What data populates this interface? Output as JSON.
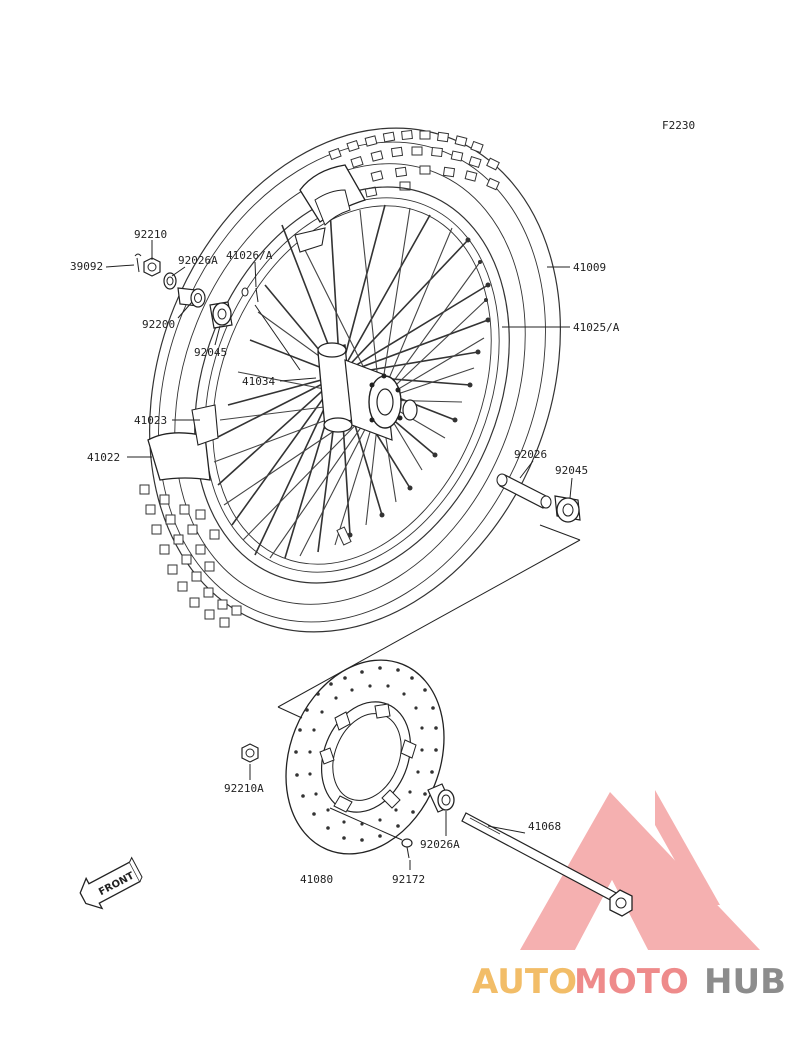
{
  "figure_code": "F2230",
  "parts": {
    "p39092": "39092",
    "p92210": "92210",
    "p92026A_top": "92026A",
    "p41026A": "41026/A",
    "p92200": "92200",
    "p92045_top": "92045",
    "p41034": "41034",
    "p41023": "41023",
    "p41022": "41022",
    "p41009": "41009",
    "p41025A": "41025/A",
    "p92026": "92026",
    "p92045_right": "92045",
    "p92210A": "92210A",
    "p41068": "41068",
    "p92026A_bottom": "92026A",
    "p41080": "41080",
    "p92172": "92172"
  },
  "front_marker": "FRONT",
  "watermark": {
    "part1": "AUTO",
    "part2": "MOTO",
    "part3": "HUB"
  },
  "colors": {
    "ink": "#222222",
    "watermark_yellow": "#f2bd68",
    "watermark_red": "#ee8b8b",
    "watermark_gray": "#8c8c8c"
  }
}
